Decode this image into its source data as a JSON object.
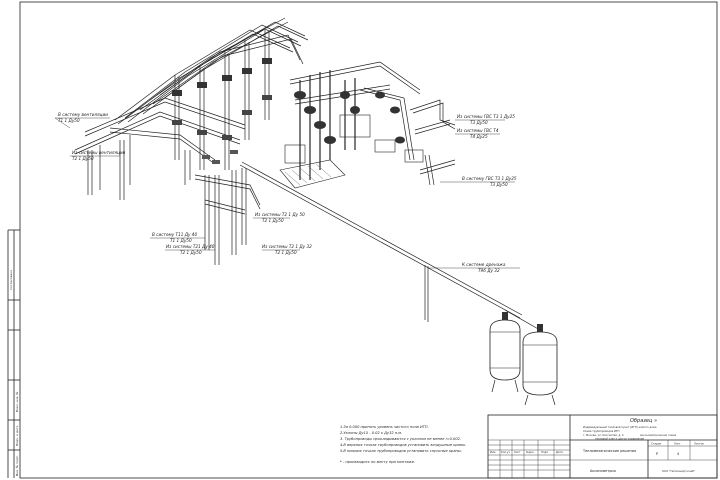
{
  "labels": {
    "left_top_1": "В систему вентиляции",
    "left_top_2": "Т1 1 Ду50",
    "left_mid_1": "Из системы вентиляции",
    "left_mid_2": "Т2 1 Ду50",
    "right_top_1": "Из системы ГВС Т3 1 Ду25",
    "right_top_2": "Т3 Ду50",
    "right_mid_1": "Из системы ГВС Т4",
    "right_mid_2": "Т4 Ду25",
    "right_low_1": "В систему ГВС Т3 1 Ду25",
    "right_low_2": "Т3 Ду50",
    "bot_left_1": "В систему Т11 Ду 40",
    "bot_left_2": "Т1 1 Ду50",
    "bot_left_3": "Из системы Т21 Ду 40",
    "bot_left_4": "Т2 1 Ду50",
    "bot_mid_1": "Из системы Т2 1 Ду 50",
    "bot_mid_2": "Т2 1 Ду50",
    "bot_mid_3": "Из системы Т2 1 Ду 32",
    "bot_mid_4": "Т2 1 Ду50",
    "drain_1": "К системе дренажа",
    "drain_2": "Т96 Ду 32"
  },
  "notes": [
    "1.За 0.000 принять уровень чистого пола ИТП.",
    "2.Уклоны Ду15 - 0.02 к Ду32 п.м.",
    "3. Трубопроводы прокладываются с уклоном не менее i=0.002.",
    "4.В верхних точках трубопроводов установить воздушные краны.",
    "5.В нижних точках трубопроводов установить спускные краны.",
    "* - производить по месту при монтаже."
  ],
  "title_block": {
    "stamp": "Образец »",
    "description_1": "Индивидуальный тепловой пункт (ИТП) жилого дома",
    "description_2": "Схема трубопроводов ИТП",
    "description_3": "г. Москва, ул. Кассиопея, д. 4",
    "description_4": "аксонометрическая схема",
    "description_5": "тепловой узел и щиток управления",
    "col_izm": "Изм.",
    "col_kol": "Кол.уч",
    "col_list": "Лист",
    "col_doc": "№док.",
    "col_podp": "Подп.",
    "col_data": "Дата",
    "stage_header": "Стадия",
    "sheet_header": "Лист",
    "sheets_header": "Листов",
    "stage": "Р",
    "sheet": "4",
    "drawing_name": "Тепломеханические решения",
    "axonometry": "Аксонометрия",
    "organization": "ООО \"Теплоэнергоснаб\""
  },
  "side_stamp": {
    "sogl": "Согласовано",
    "inv": "Инв. № подл.",
    "podp": "Подп. и дата",
    "vzam": "Взам. инв. №"
  }
}
